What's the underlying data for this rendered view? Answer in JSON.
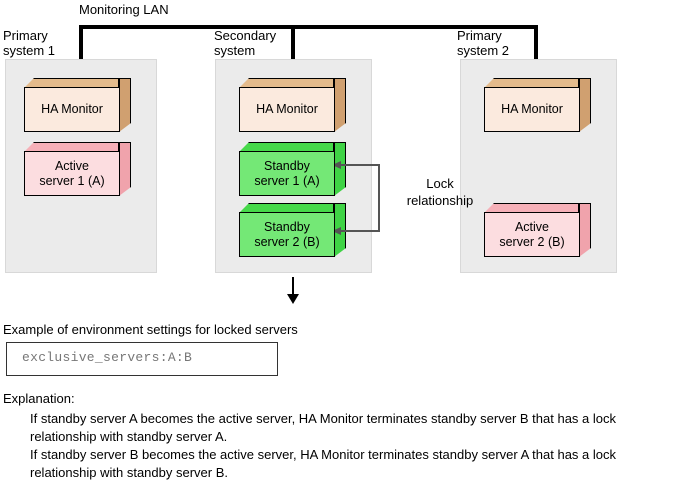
{
  "diagram": {
    "lan": {
      "label": "Monitoring LAN"
    },
    "systems": [
      {
        "caption": "Primary\nsystem 1",
        "boxes": [
          {
            "label": "HA Monitor",
            "color": "tan"
          },
          {
            "label": "Active\nserver 1 (A)",
            "color": "pink"
          }
        ]
      },
      {
        "caption": "Secondary\nsystem",
        "boxes": [
          {
            "label": "HA Monitor",
            "color": "tan"
          },
          {
            "label": "Standby\nserver 1 (A)",
            "color": "green"
          },
          {
            "label": "Standby\nserver 2 (B)",
            "color": "green"
          }
        ]
      },
      {
        "caption": "Primary\nsystem 2",
        "boxes": [
          {
            "label": "HA Monitor",
            "color": "tan"
          },
          {
            "label": "Active\nserver 2 (B)",
            "color": "pink"
          }
        ]
      }
    ],
    "lock": {
      "label": "Lock\nrelationship"
    },
    "box_labels": {
      "ha_monitor": "HA Monitor",
      "active_server_1": "Active\nserver 1 (A)",
      "standby_server_1": "Standby\nserver 1 (A)",
      "standby_server_2": "Standby\nserver 2 (B)",
      "active_server_2": "Active\nserver 2 (B)"
    },
    "captions": {
      "primary_1": "Primary\nsystem 1",
      "secondary": "Secondary\nsystem",
      "primary_2": "Primary\nsystem 2"
    }
  },
  "settings": {
    "title": "Example of environment settings for locked servers",
    "code": "exclusive_servers:A:B"
  },
  "explanation": {
    "heading": "Explanation:",
    "paragraph_1": "If standby server A becomes the active server, HA Monitor terminates standby server B that has a lock relationship with standby server A.",
    "paragraph_2": "If standby server B becomes the active server, HA Monitor terminates standby server A that has a lock relationship with standby server B."
  },
  "colors": {
    "panel_background": "#ebebeb",
    "tan_front": "#fbeade",
    "tan_side": "#d0a070",
    "pink_front": "#fcdde0",
    "pink_side": "#f0a3ac",
    "green_front": "#74e876",
    "green_side": "#3fd345",
    "lan_bar": "#000000",
    "lock_line": "#555555",
    "code_text": "#777777"
  }
}
